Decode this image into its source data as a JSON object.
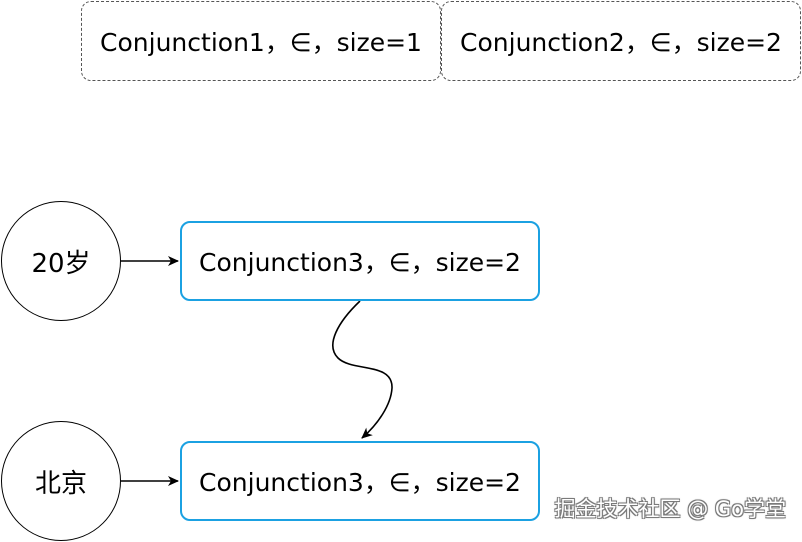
{
  "diagram": {
    "top_boxes": [
      {
        "label": "Conjunction1，∈，size=1"
      },
      {
        "label": "Conjunction2，∈，size=2"
      }
    ],
    "nodes": {
      "age": {
        "label": "20岁"
      },
      "city": {
        "label": "北京"
      }
    },
    "boxes": {
      "upper": {
        "label": "Conjunction3，∈，size=2"
      },
      "lower": {
        "label": "Conjunction3，∈，size=2"
      }
    },
    "colors": {
      "box_border": "#1ba1e2",
      "dashed_border": "#555555",
      "edge": "#000000"
    }
  },
  "watermark": {
    "text": "掘金技术社区 @ Go学堂"
  }
}
